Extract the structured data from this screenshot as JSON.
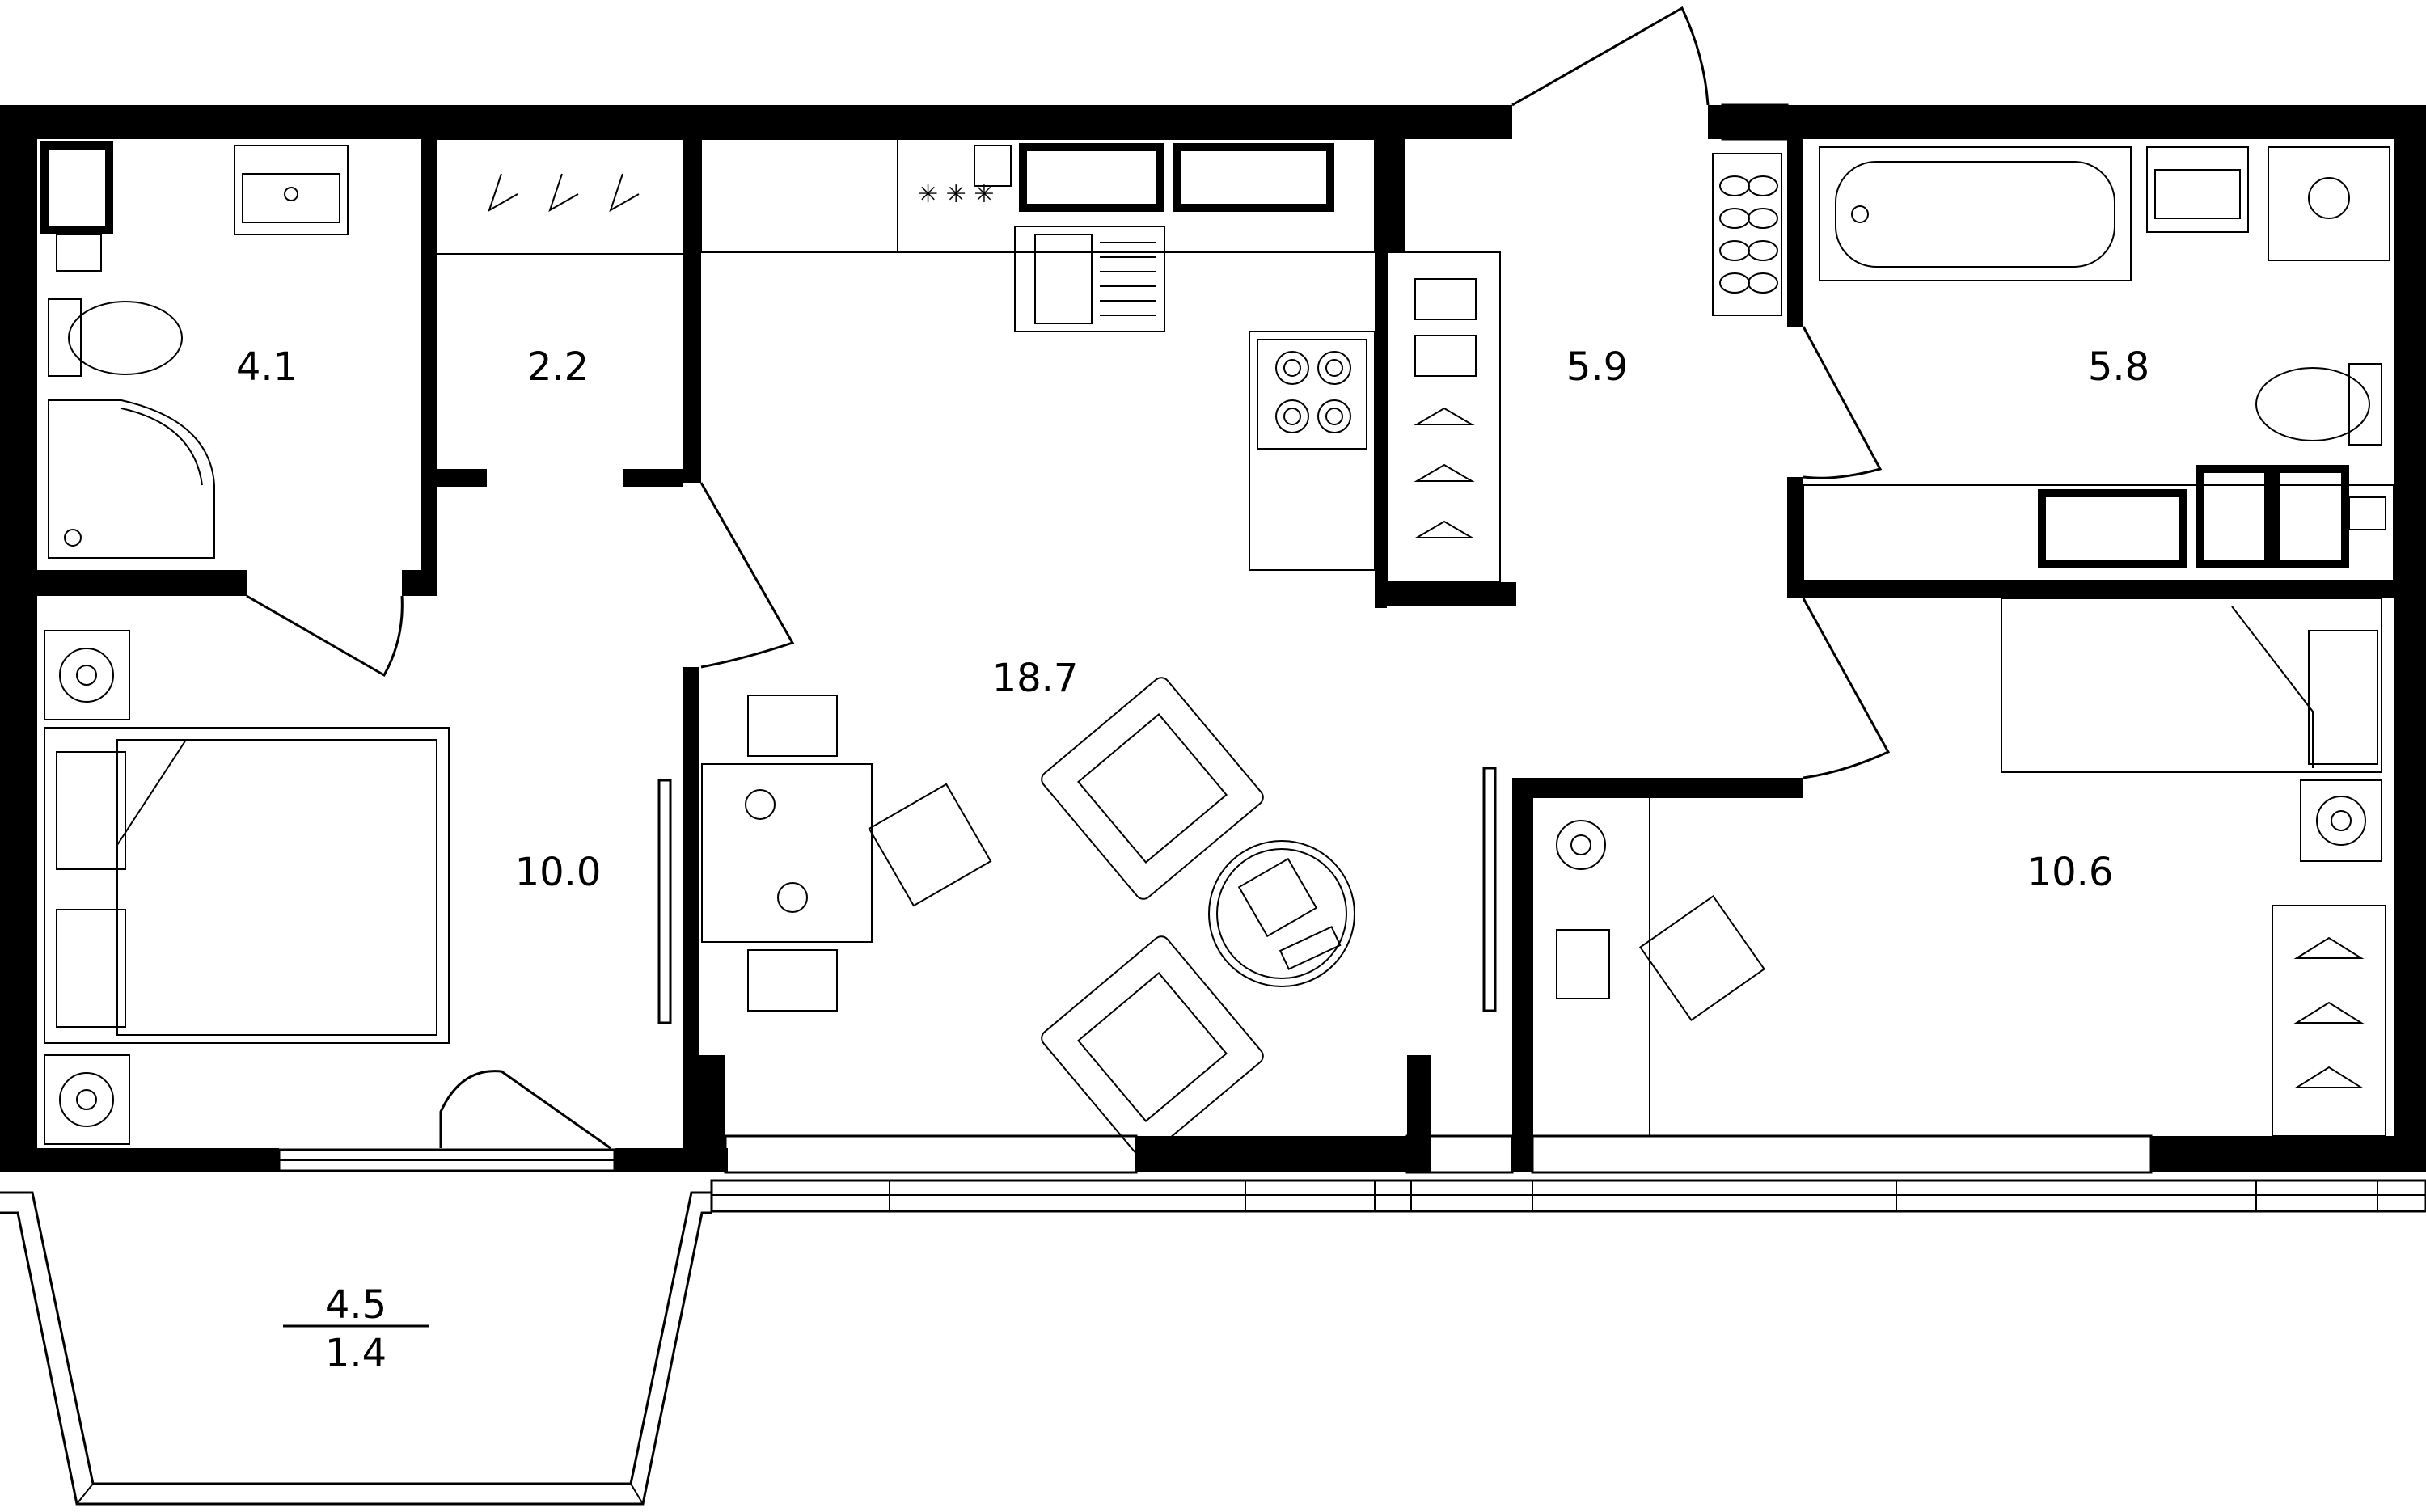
{
  "rooms": {
    "bathroom_small": "4.1",
    "wardrobe": "2.2",
    "living_kitchen": "18.7",
    "hall": "5.9",
    "bathroom_large": "5.8",
    "bedroom_left": "10.0",
    "bedroom_right": "10.6"
  },
  "balcony": {
    "area_top": "4.5",
    "area_bottom": "1.4"
  }
}
